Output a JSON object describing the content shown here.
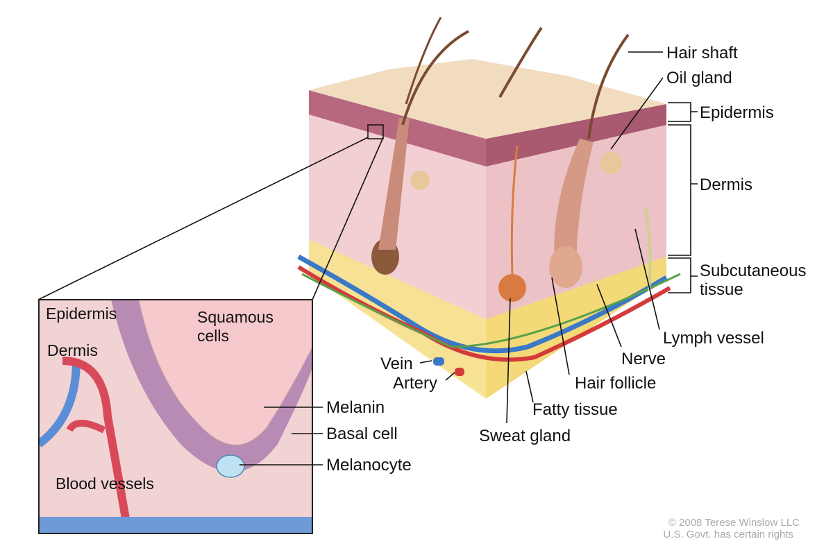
{
  "labels": {
    "hair_shaft": "Hair shaft",
    "oil_gland": "Oil gland",
    "epidermis": "Epidermis",
    "dermis": "Dermis",
    "subcutaneous_1": "Subcutaneous",
    "subcutaneous_2": "tissue",
    "lymph_vessel": "Lymph vessel",
    "nerve": "Nerve",
    "hair_follicle": "Hair follicle",
    "fatty_tissue": "Fatty tissue",
    "sweat_gland": "Sweat gland",
    "vein": "Vein",
    "artery": "Artery"
  },
  "inset": {
    "epidermis": "Epidermis",
    "dermis": "Dermis",
    "squamous_1": "Squamous",
    "squamous_2": "cells",
    "melanin": "Melanin",
    "basal_cell": "Basal cell",
    "melanocyte": "Melanocyte",
    "blood_vessels": "Blood vessels"
  },
  "copyright": {
    "line1": "© 2008 Terese Winslow LLC",
    "line2": "U.S. Govt. has certain rights"
  },
  "colors": {
    "skin_top": "#f1dcc0",
    "dermis": "#f3cdd0",
    "epidermis": "#b8687e",
    "fat": "#f6e28e",
    "vein": "#3a78c8",
    "artery": "#d43a3a"
  }
}
